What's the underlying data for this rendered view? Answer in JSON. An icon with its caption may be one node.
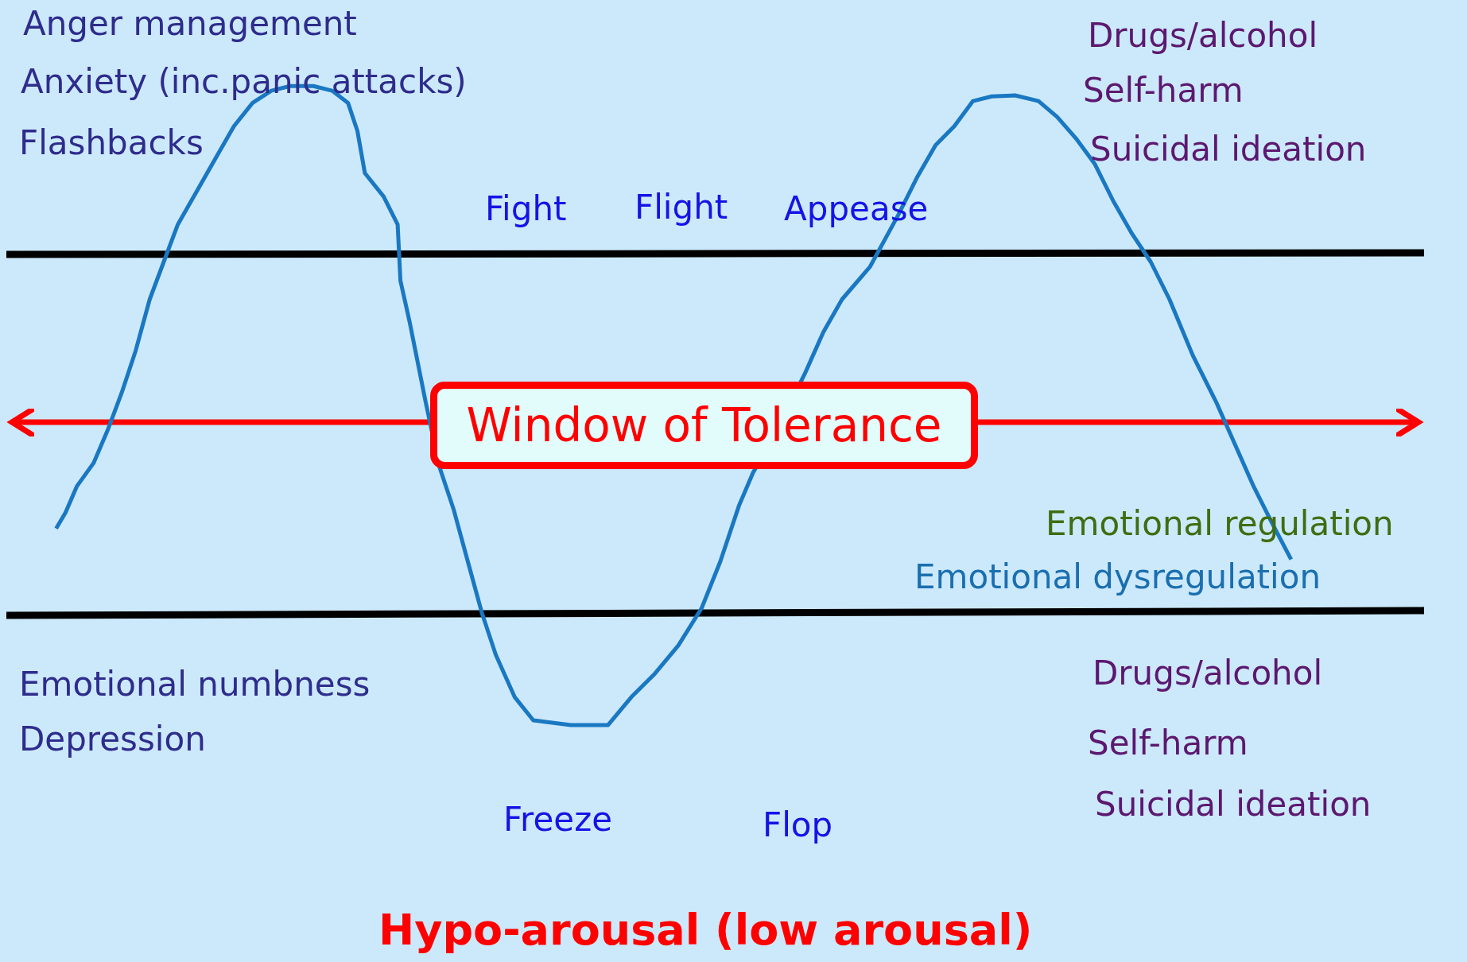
{
  "diagram": {
    "nodes": [
      {
        "text": [
          "Window of Tolerance"
        ]
      }
    ],
    "edges": [],
    "labels": [
      "Anger management",
      "Anxiety (inc.panic attacks)",
      "Flashbacks",
      "Drugs/alcohol",
      "Self-harm",
      "Suicidal ideation",
      "Fight",
      "Flight",
      "Appease",
      "Emotional regulation",
      "Emotional dysregulation",
      "Emotional numbness",
      "Depression",
      "Drugs/alcohol",
      "Self-harm",
      "Suicidal ideation",
      "Freeze",
      "Flop",
      "Hypo-arousal (low arousal)"
    ]
  }
}
